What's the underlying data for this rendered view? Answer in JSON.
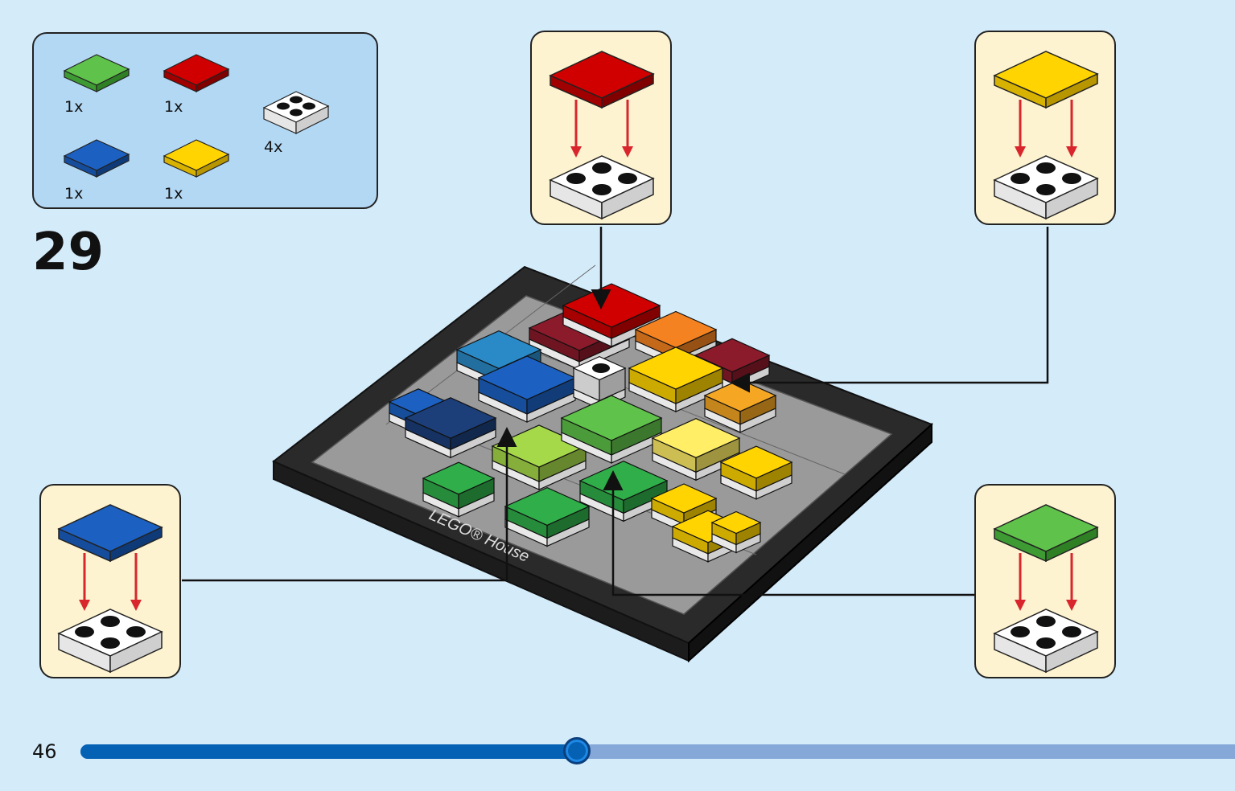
{
  "step": {
    "number": "29"
  },
  "page": {
    "number": "46"
  },
  "progress": {
    "fraction": 0.43
  },
  "parts": [
    {
      "color_name": "green",
      "color": "#5fc24a",
      "qty": "1x"
    },
    {
      "color_name": "red",
      "color": "#d00000",
      "qty": "1x"
    },
    {
      "color_name": "white-stud",
      "color": "#ffffff",
      "qty": "4x"
    },
    {
      "color_name": "blue",
      "color": "#1c61c2",
      "qty": "1x"
    },
    {
      "color_name": "yellow",
      "color": "#ffd400",
      "qty": "1x"
    }
  ],
  "callouts": [
    {
      "name": "red",
      "color": "#d00000"
    },
    {
      "name": "yellow",
      "color": "#ffd400"
    },
    {
      "name": "blue",
      "color": "#1c61c2"
    },
    {
      "name": "green",
      "color": "#5fc24a"
    }
  ],
  "model": {
    "base_text": "LEGO® House"
  },
  "colors": {
    "background": "#d4ebfa",
    "panel": "#b3d8f4",
    "callout": "#fdf3d0",
    "arrow_red": "#d8262c",
    "progress": "#0461b4"
  }
}
